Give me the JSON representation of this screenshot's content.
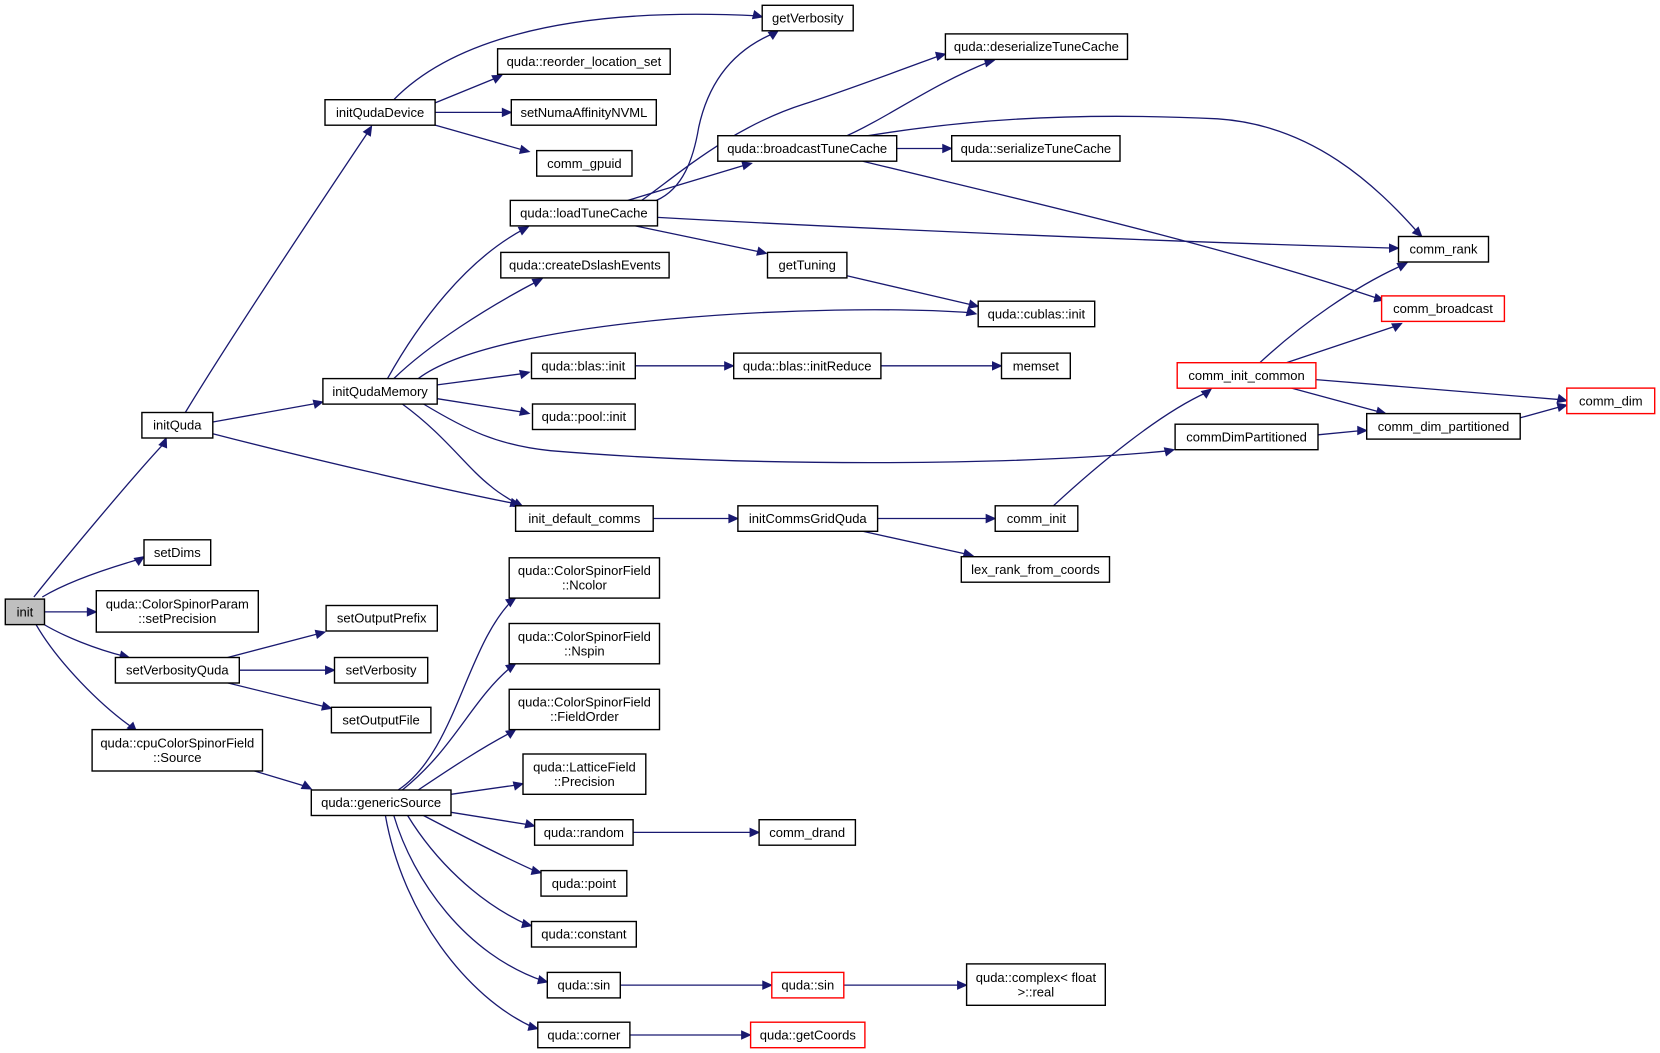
{
  "colors": {
    "edge": "#191970",
    "root_fill": "#bfbfbf",
    "truncated_border": "#ff0000",
    "node_border": "#000000"
  },
  "nodes": {
    "init": [
      "init"
    ],
    "initQuda": [
      "initQuda"
    ],
    "setDims": [
      "setDims"
    ],
    "setPrecision": [
      "quda::ColorSpinorParam",
      "::setPrecision"
    ],
    "setVerbosityQuda": [
      "setVerbosityQuda"
    ],
    "cpuSource": [
      "quda::cpuColorSpinorField",
      "::Source"
    ],
    "initQudaDevice": [
      "initQudaDevice"
    ],
    "initQudaMemory": [
      "initQudaMemory"
    ],
    "init_default_comms": [
      "init_default_comms"
    ],
    "setOutputPrefix": [
      "setOutputPrefix"
    ],
    "setVerbosity": [
      "setVerbosity"
    ],
    "setOutputFile": [
      "setOutputFile"
    ],
    "genericSource": [
      "quda::genericSource"
    ],
    "getVerbosity": [
      "getVerbosity"
    ],
    "reorder_location_set": [
      "quda::reorder_location_set"
    ],
    "setNumaAffinityNVML": [
      "setNumaAffinityNVML"
    ],
    "comm_gpuid": [
      "comm_gpuid"
    ],
    "loadTuneCache": [
      "quda::loadTuneCache"
    ],
    "createDslashEvents": [
      "quda::createDslashEvents"
    ],
    "blas_init": [
      "quda::blas::init"
    ],
    "pool_init": [
      "quda::pool::init"
    ],
    "initCommsGridQuda": [
      "initCommsGridQuda"
    ],
    "Ncolor": [
      "quda::ColorSpinorField",
      "::Ncolor"
    ],
    "Nspin": [
      "quda::ColorSpinorField",
      "::Nspin"
    ],
    "FieldOrder": [
      "quda::ColorSpinorField",
      "::FieldOrder"
    ],
    "LatticePrecision": [
      "quda::LatticeField",
      "::Precision"
    ],
    "random": [
      "quda::random"
    ],
    "point": [
      "quda::point"
    ],
    "constant": [
      "quda::constant"
    ],
    "sin1": [
      "quda::sin"
    ],
    "corner": [
      "quda::corner"
    ],
    "broadcastTuneCache": [
      "quda::broadcastTuneCache"
    ],
    "getTuning": [
      "getTuning"
    ],
    "initReduce": [
      "quda::blas::initReduce"
    ],
    "comm_init": [
      "comm_init"
    ],
    "lex_rank_from_coords": [
      "lex_rank_from_coords"
    ],
    "comm_drand": [
      "comm_drand"
    ],
    "sin2": [
      "quda::sin"
    ],
    "getCoords": [
      "quda::getCoords"
    ],
    "deserializeTuneCache": [
      "quda::deserializeTuneCache"
    ],
    "serializeTuneCache": [
      "quda::serializeTuneCache"
    ],
    "cublas_init": [
      "quda::cublas::init"
    ],
    "memset": [
      "memset"
    ],
    "comm_init_common": [
      "comm_init_common"
    ],
    "commDimPartitioned": [
      "commDimPartitioned"
    ],
    "complex_real": [
      "quda::complex< float",
      ">::real"
    ],
    "comm_rank": [
      "comm_rank"
    ],
    "comm_broadcast": [
      "comm_broadcast"
    ],
    "comm_dim_partitioned": [
      "comm_dim_partitioned"
    ],
    "comm_dim": [
      "comm_dim"
    ]
  }
}
